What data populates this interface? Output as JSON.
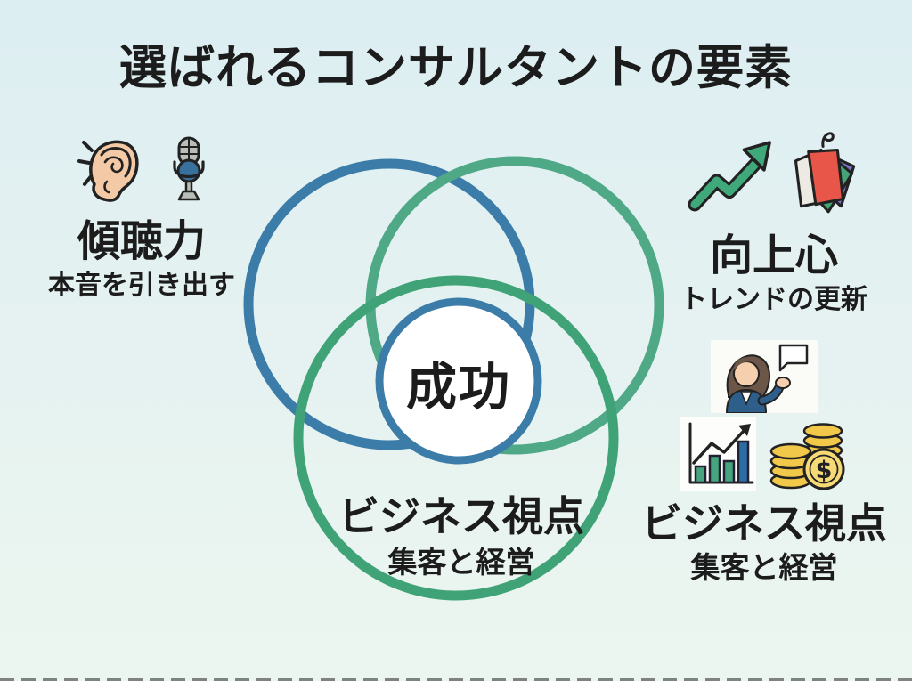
{
  "title": "選ばれるコンサルタントの要素",
  "center": {
    "label": "成功"
  },
  "sections": {
    "listening": {
      "title": "傾聴力",
      "subtitle": "本音を引き出す",
      "icons": [
        "ear-icon",
        "microphone-icon"
      ]
    },
    "ambition": {
      "title": "向上心",
      "subtitle": "トレンドの更新",
      "icons": [
        "growth-arrow-icon",
        "clothes-hanger-icon"
      ]
    },
    "business": {
      "title": "ビジネス視点",
      "subtitle": "集客と経営",
      "icons": [
        "presenter-icon",
        "bar-chart-icon",
        "coins-icon"
      ]
    },
    "business_overlay": {
      "title": "ビジネス視点",
      "subtitle": "集客と経営"
    }
  },
  "icons": {
    "dollar_symbol": "$"
  },
  "colors": {
    "bg-top": "#dceef2",
    "bg-bottom": "#ecf6f0",
    "ink": "#1c1c1c",
    "white": "#ffffff",
    "circle-blue": "#3b7ca8",
    "circle-green-light": "#4fa886",
    "circle-green": "#3fa377",
    "ear-skin": "#f4c9a5",
    "mic-gray": "#b9beb9",
    "mic-blue": "#38719e",
    "arrow-green": "#3fa97c",
    "shirt-red": "#e8564a",
    "garment-green": "#46a377",
    "garment-purple": "#7a72c8",
    "garment-white": "#eceae3",
    "hair-brown": "#6b5648",
    "skin": "#f6cfae",
    "suit-blue": "#2e5f8a",
    "bar-green": "#46a47e",
    "bar-blue": "#2e6da4",
    "coin-gold": "#f2c84b",
    "coin-light": "#f6da76"
  }
}
